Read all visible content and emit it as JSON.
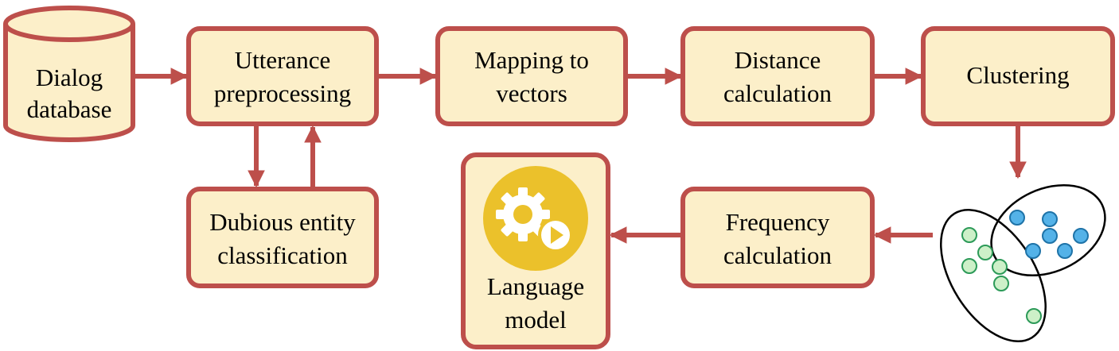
{
  "colors": {
    "box_fill": "#FCEFC9",
    "box_stroke": "#BD4F4B",
    "arrow": "#BD4F4B",
    "icon_fill": "#EBC12B",
    "cluster_green": "#CDF0C8",
    "cluster_blue": "#54B2E8"
  },
  "nodes": {
    "dialog_database": {
      "line1": "Dialog",
      "line2": "database"
    },
    "utterance_preprocessing": {
      "line1": "Utterance",
      "line2": "preprocessing"
    },
    "mapping_to_vectors": {
      "line1": "Mapping to",
      "line2": "vectors"
    },
    "distance_calculation": {
      "line1": "Distance",
      "line2": "calculation"
    },
    "clustering": {
      "line1": "Clustering"
    },
    "dubious_entity_classification": {
      "line1": "Dubious entity",
      "line2": "classification"
    },
    "frequency_calculation": {
      "line1": "Frequency",
      "line2": "calculation"
    },
    "language_model": {
      "line1": "Language",
      "line2": "model",
      "icon": "gear-play-icon"
    }
  }
}
